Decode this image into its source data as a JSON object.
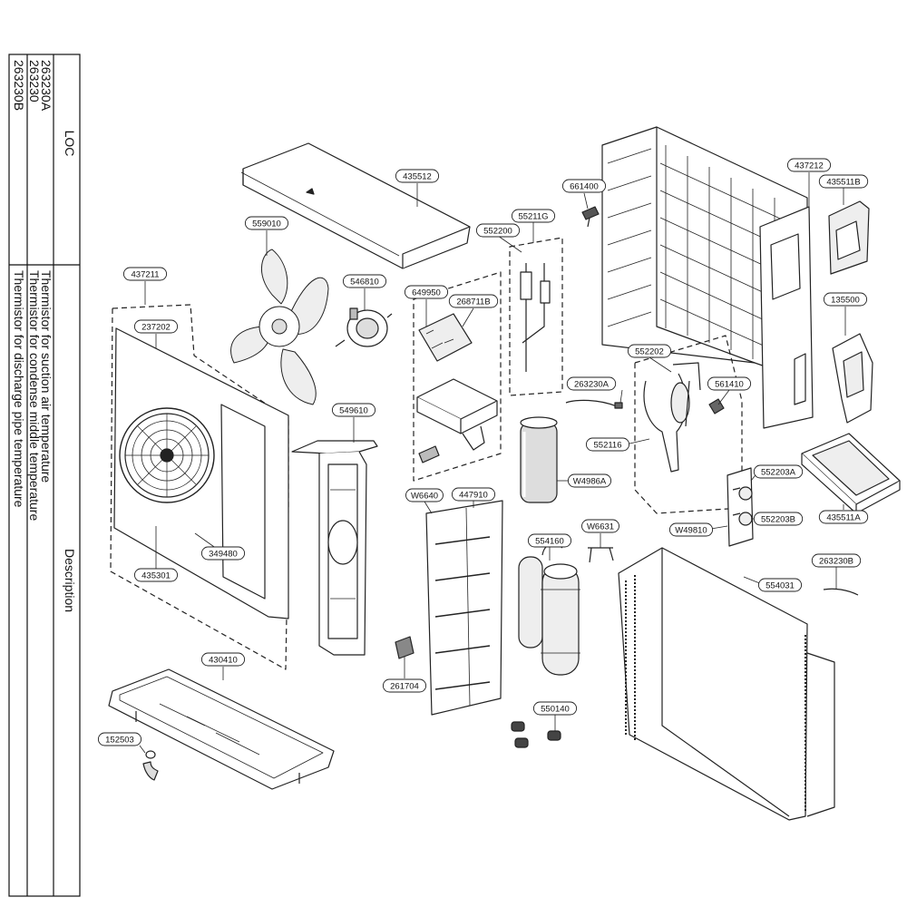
{
  "legend_table": {
    "header_loc": "LOC",
    "header_description": "Description",
    "rows": [
      {
        "loc": "263230A",
        "description": "Thermistor for suction air temperature"
      },
      {
        "loc": "263230",
        "description": "Thermistor for condense middle temperature"
      },
      {
        "loc": "263230B",
        "description": "Thermistor for discharge pipe temperature"
      }
    ]
  },
  "part_labels": {
    "p435512": "435512",
    "p559010": "559010",
    "p546810": "546810",
    "p437211": "437211",
    "p237202": "237202",
    "p349480": "349480",
    "p435301": "435301",
    "p549610": "549610",
    "p430410": "430410",
    "p152503": "152503",
    "p649950": "649950",
    "p268711B": "268711B",
    "p552200": "552200",
    "p55211G": "55211G",
    "p661400": "661400",
    "p437212": "437212",
    "p435511B": "435511B",
    "p135500": "135500",
    "p552202": "552202",
    "p263230A": "263230A",
    "p561410": "561410",
    "p552116": "552116",
    "p W4986A": "W4986A",
    "pW4986A": "W4986A",
    "pW6640": "W6640",
    "p447910": "447910",
    "p554160": "554160",
    "pW6631": "W6631",
    "p552203A": "552203A",
    "p552203B": "552203B",
    "pW49810": "W49810",
    "p435511A": "435511A",
    "p263230B": "263230B",
    "p554031": "554031",
    "p261704": "261704",
    "p550140": "550140"
  }
}
